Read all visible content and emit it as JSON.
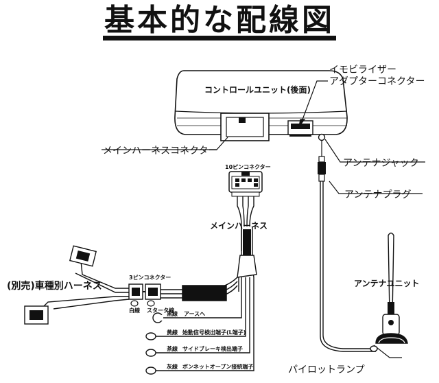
{
  "title": "基本的な配線図",
  "control_unit": {
    "label": "コントロールユニット(後面)",
    "immobilizer_connector": [
      "イモビライザー",
      "アダプターコネクター"
    ],
    "main_harness_connector": "メインハーネスコネクター",
    "antenna_jack": "アンテナジャック"
  },
  "antenna": {
    "plug": "アンテナプラグ",
    "unit": "アンテナユニット",
    "pilot_lamp": "パイロットランプ"
  },
  "harness": {
    "ten_pin_connector": "10ピンコネクター",
    "main_harness": "メインハーネス",
    "three_pin_connector": "3ピンコネクター",
    "vehicle_harness": "(別売)車種別ハーネス",
    "white_wire": "白線",
    "starter_wire": "スタータ線"
  },
  "wires": [
    {
      "color": "黒線",
      "desc": "アースへ"
    },
    {
      "color": "黄線",
      "desc": "始動信号検出端子(L端子)"
    },
    {
      "color": "茶線",
      "desc": "サイドブレーキ検出端子"
    },
    {
      "color": "灰線",
      "desc": "ボンネットオープン接続端子"
    }
  ]
}
